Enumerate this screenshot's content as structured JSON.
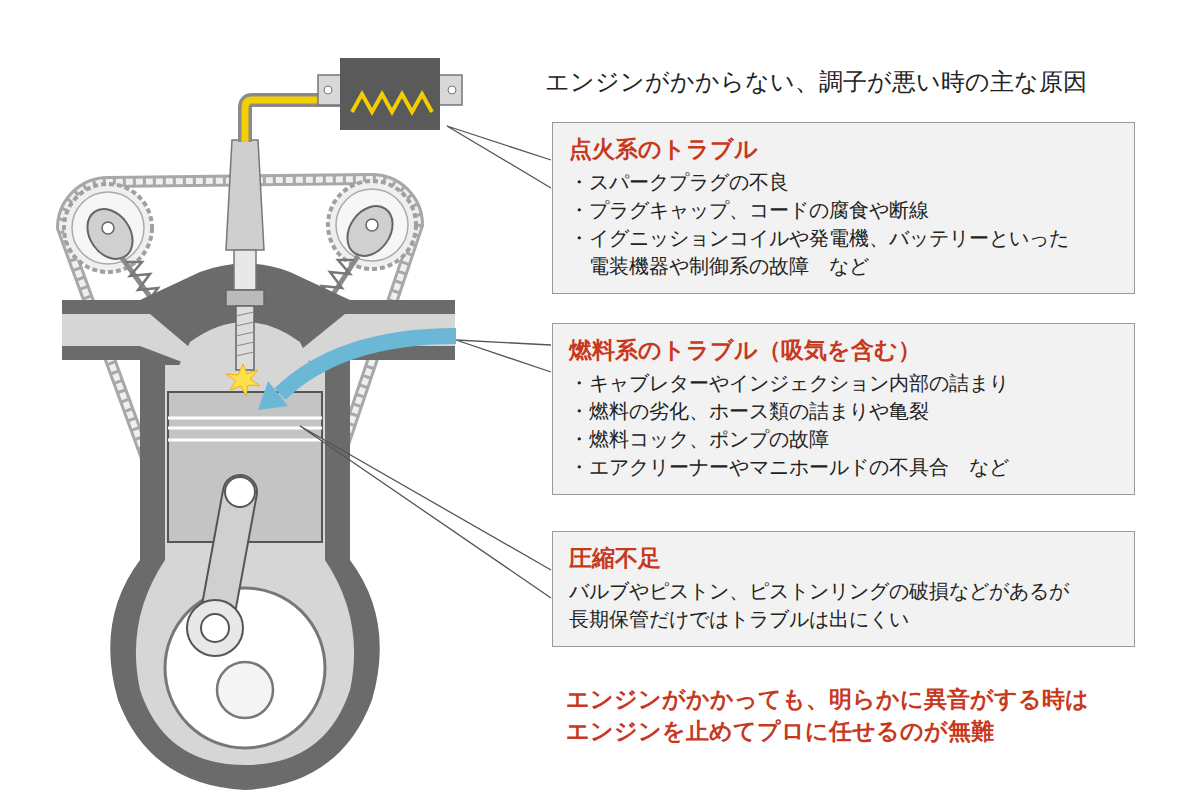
{
  "diagram": {
    "title": "エンジンがかからない、調子が悪い時の主な原因",
    "nodes": [
      {
        "text": [
          "点火系のトラブル",
          "・スパークプラグの不良",
          "・プラグキャップ、コードの腐食や断線",
          "・イグニッションコイルや発電機、バッテリーといった 電装機器や制御系の故障　など"
        ]
      },
      {
        "text": [
          "燃料系のトラブル（吸気を含む）",
          "・キャブレターやインジェクション内部の詰まり",
          "・燃料の劣化、ホース類の詰まりや亀裂",
          "・燃料コック、ポンプの故障",
          "・エアクリーナーやマニホールドの不具合　など"
        ]
      },
      {
        "text": [
          "圧縮不足",
          "バルブやピストン、ピストンリングの破損などがあるが 長期保管だけではトラブルは出にくい"
        ]
      }
    ],
    "labels": [
      "エンジンがかかっても、明らかに異音がする時は エンジンを止めてプロに任せるのが無難"
    ]
  }
}
